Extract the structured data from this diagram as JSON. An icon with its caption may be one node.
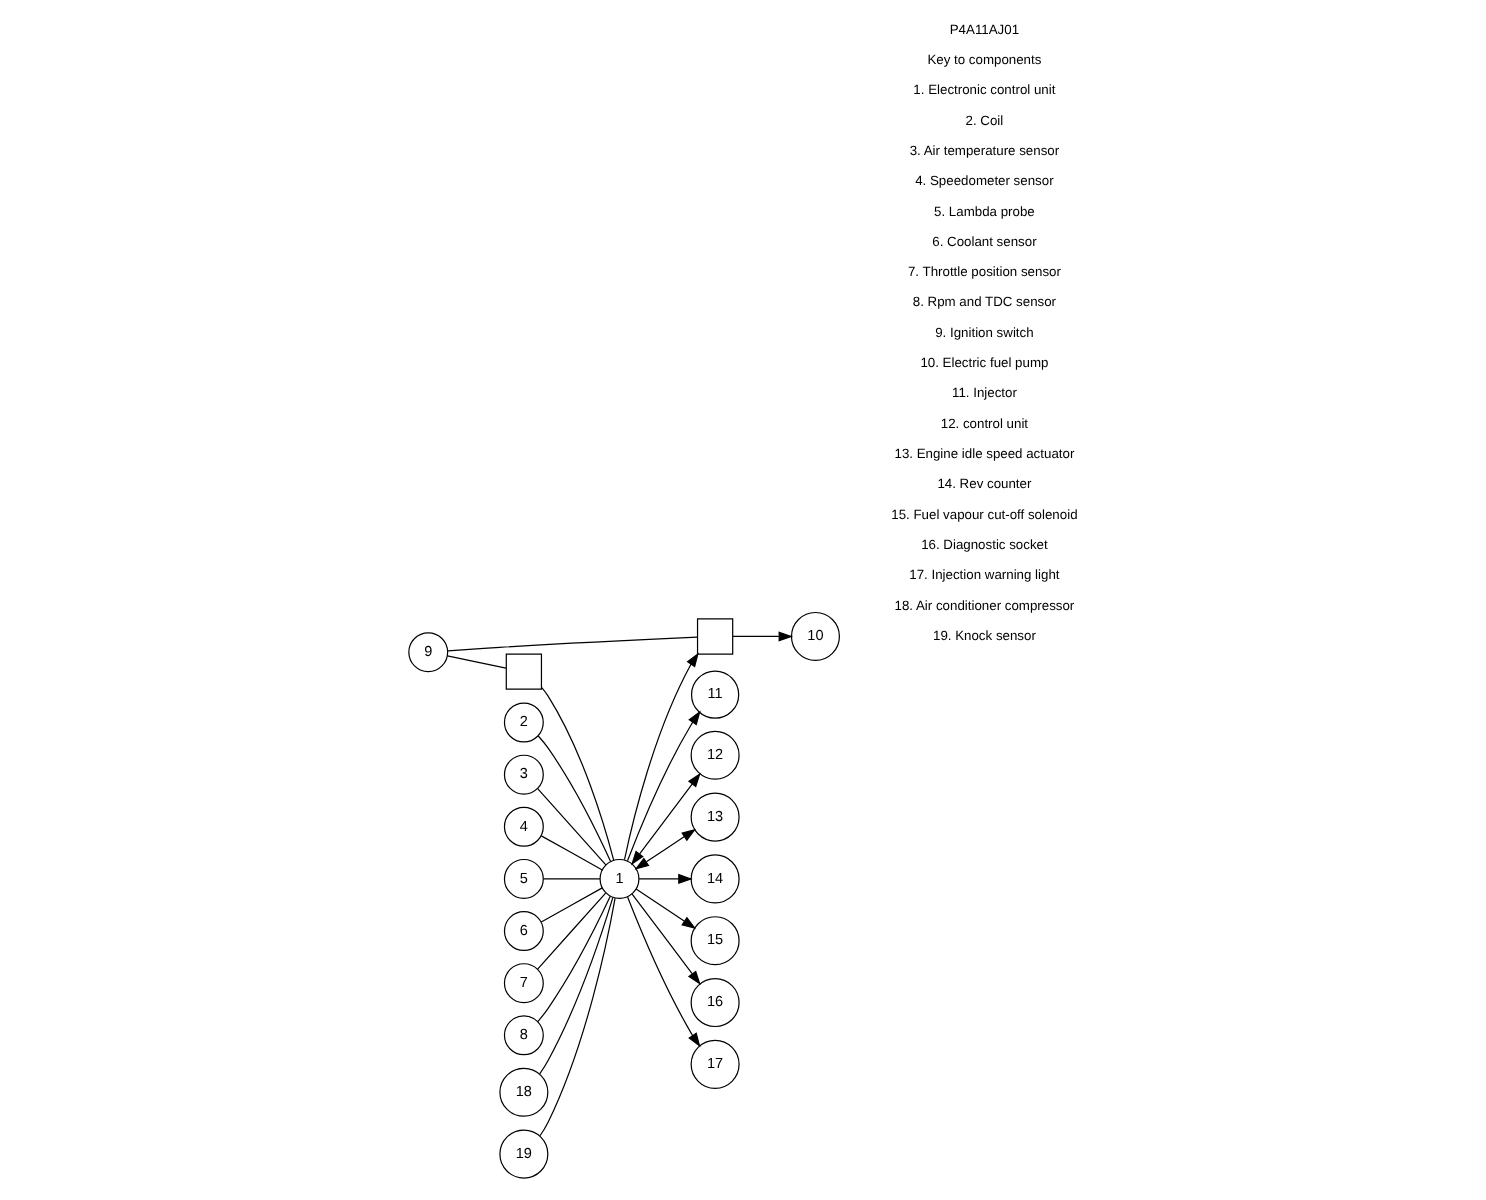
{
  "diagram": {
    "nodes": [
      {
        "text": [
          "1"
        ]
      },
      {
        "text": [
          "2"
        ]
      },
      {
        "text": [
          "3"
        ]
      },
      {
        "text": [
          "4"
        ]
      },
      {
        "text": [
          "5"
        ]
      },
      {
        "text": [
          "6"
        ]
      },
      {
        "text": [
          "7"
        ]
      },
      {
        "text": [
          "8"
        ]
      },
      {
        "text": [
          "9"
        ]
      },
      {
        "text": [
          "10"
        ]
      },
      {
        "text": [
          "11"
        ]
      },
      {
        "text": [
          "12"
        ]
      },
      {
        "text": [
          "13"
        ]
      },
      {
        "text": [
          "14"
        ]
      },
      {
        "text": [
          "15"
        ]
      },
      {
        "text": [
          "16"
        ]
      },
      {
        "text": [
          "17"
        ]
      },
      {
        "text": [
          "18"
        ]
      },
      {
        "text": [
          "19"
        ]
      },
      {
        "text": [],
        "shape": "box"
      },
      {
        "text": [],
        "shape": "box"
      }
    ],
    "edges": [
      {
        "from": 0,
        "to": 19,
        "arrow": "to"
      },
      {
        "from": 19,
        "to": 9,
        "arrow": "to"
      },
      {
        "from": 0,
        "to": 10,
        "arrow": "to"
      },
      {
        "from": 0,
        "to": 11,
        "arrow": "both"
      },
      {
        "from": 0,
        "to": 12,
        "arrow": "both"
      },
      {
        "from": 0,
        "to": 13,
        "arrow": "to"
      },
      {
        "from": 0,
        "to": 14,
        "arrow": "to"
      },
      {
        "from": 0,
        "to": 15,
        "arrow": "to"
      },
      {
        "from": 0,
        "to": 16,
        "arrow": "to"
      },
      {
        "from": 17,
        "to": 0,
        "arrow": "none"
      },
      {
        "from": 18,
        "to": 0,
        "arrow": "none"
      },
      {
        "from": 1,
        "to": 0,
        "arrow": "none"
      },
      {
        "from": 2,
        "to": 0,
        "arrow": "none"
      },
      {
        "from": 3,
        "to": 0,
        "arrow": "none"
      },
      {
        "from": 4,
        "to": 0,
        "arrow": "none"
      },
      {
        "from": 5,
        "to": 0,
        "arrow": "none"
      },
      {
        "from": 6,
        "to": 0,
        "arrow": "none"
      },
      {
        "from": 7,
        "to": 0,
        "arrow": "none"
      },
      {
        "from": 20,
        "to": 0,
        "arrow": "none"
      },
      {
        "from": 8,
        "to": 19,
        "arrow": "none"
      },
      {
        "from": 8,
        "to": 20,
        "arrow": "none"
      }
    ],
    "labels": [
      "P4A11AJ01",
      "Key to components",
      "1. Electronic control unit",
      "2. Coil",
      "3. Air temperature sensor",
      "4. Speedometer sensor",
      "5. Lambda probe",
      "6. Coolant sensor",
      "7. Throttle position sensor",
      "8. Rpm and TDC sensor",
      "9. Ignition switch",
      "10. Electric fuel pump",
      "11. Injector",
      "12. control unit",
      "13. Engine idle speed actuator",
      "14. Rev counter",
      "15. Fuel vapour cut-off solenoid",
      "16. Diagnostic socket",
      "17. Injection warning light",
      "18. Air conditioner compressor",
      "19. Knock sensor"
    ]
  }
}
